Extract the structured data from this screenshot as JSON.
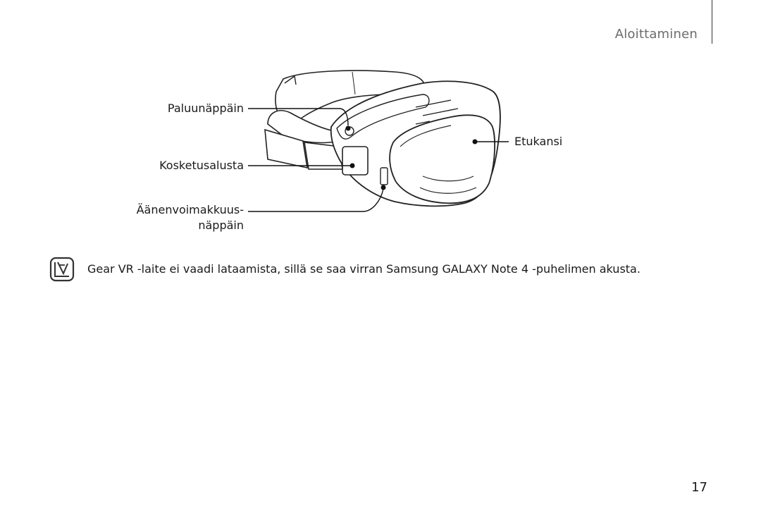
{
  "header": {
    "section_title": "Aloittaminen"
  },
  "figure": {
    "labels": {
      "back_key": "Paluunäppäin",
      "touch_pad": "Kosketusalusta",
      "volume_key_line1": "Äänenvoimakkuus-",
      "volume_key_line2": "näppäin",
      "front_cover": "Etukansi"
    }
  },
  "note": {
    "icon": "note-pencil-icon",
    "text": "Gear VR -laite ei vaadi lataamista, sillä se saa virran Samsung GALAXY Note 4 -puhelimen akusta."
  },
  "footer": {
    "page_number": "17"
  }
}
